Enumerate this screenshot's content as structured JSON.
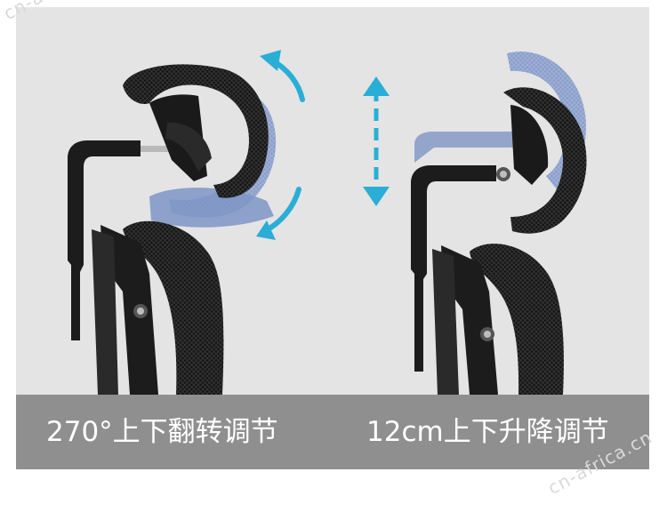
{
  "captions": {
    "left": "270°上下翻转调节",
    "right": "12cm上下升降调节"
  },
  "watermark": {
    "top": "cn-africa.cn",
    "bottom": "cn-africa.cn"
  },
  "colors": {
    "panel": "#e4e4e4",
    "caption_bar": "#8f8f8f",
    "arrow": "#2aaed6",
    "ghost": "#7f95c6",
    "frame": "#1c1c1c"
  },
  "icons": {
    "rotate_arrows": "curved-rotation-arrows",
    "lift_arrow": "double-vertical-arrow"
  }
}
